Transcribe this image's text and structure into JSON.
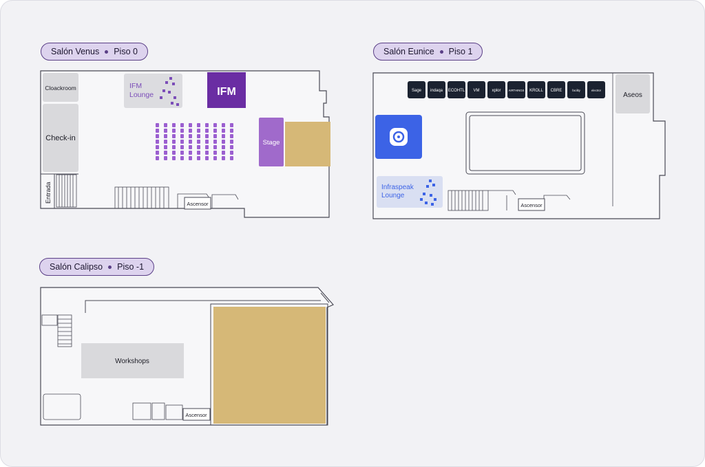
{
  "floors": {
    "venus": {
      "pill_name": "Salón Venus",
      "pill_level": "Piso 0",
      "cloakroom": "Cloackroom",
      "checkin": "Check-in",
      "entrance": "Entrada",
      "lounge_line1": "IFM",
      "lounge_line2": "Lounge",
      "logo": "IFM",
      "stage": "Stage",
      "elevator": "Ascensor"
    },
    "eunice": {
      "pill_name": "Salón Eunice",
      "pill_level": "Piso 1",
      "restrooms": "Aseos",
      "lounge_line1": "Infraspeak",
      "lounge_line2": "Lounge",
      "elevator": "Ascensor",
      "sponsors": [
        "Sage",
        "indaqa",
        "ECOHTL",
        "VM",
        "xplor",
        "AIRTHINGS",
        "KROLL",
        "CBRE",
        "facility",
        "electror"
      ]
    },
    "calipso": {
      "pill_name": "Salón Calipso",
      "pill_level": "Piso -1",
      "workshops": "Workshops",
      "elevator": "Ascensor"
    }
  },
  "colors": {
    "background": "#f2f2f5",
    "wall": "#4a4a55",
    "room_gray": "#d9d9dc",
    "brand_purple": "#6a2da3",
    "seat_purple": "#9b5fd0",
    "stage_purple": "#a06acb",
    "sand": "#d6b877",
    "infraspeak_blue": "#3c63e6",
    "sponsor_dark": "#1b2230"
  }
}
